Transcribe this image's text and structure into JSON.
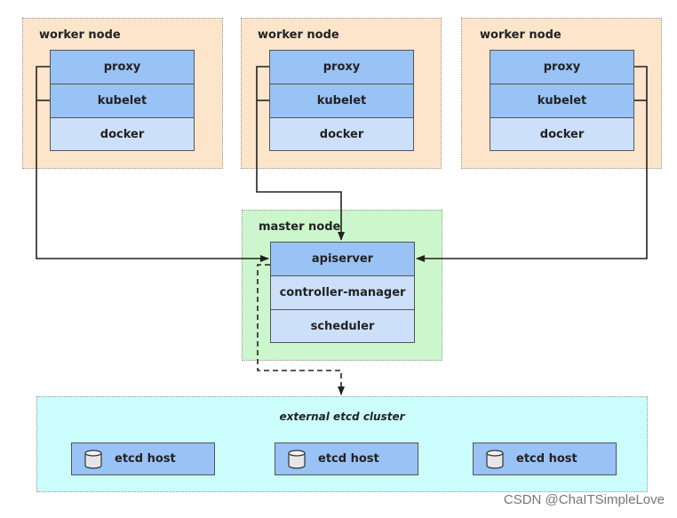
{
  "workers": [
    {
      "title": "worker node",
      "layers": [
        "proxy",
        "kubelet",
        "docker"
      ]
    },
    {
      "title": "worker node",
      "layers": [
        "proxy",
        "kubelet",
        "docker"
      ]
    },
    {
      "title": "worker node",
      "layers": [
        "proxy",
        "kubelet",
        "docker"
      ]
    }
  ],
  "master": {
    "title": "master node",
    "layers": [
      "apiserver",
      "controller-manager",
      "scheduler"
    ]
  },
  "etcd_cluster": {
    "title": "external etcd cluster",
    "hosts": [
      "etcd host",
      "etcd host",
      "etcd host"
    ]
  },
  "watermark": "CSDN @ChaITSimpleLove",
  "colors": {
    "worker_bg": "#fde5cc",
    "master_bg": "#ccf7cc",
    "cluster_bg": "#ccfdfd",
    "layer_dark": "#99c2f5",
    "layer_light": "#cce0fa"
  },
  "icons": {
    "etcd_host": "database-cylinder-icon"
  }
}
